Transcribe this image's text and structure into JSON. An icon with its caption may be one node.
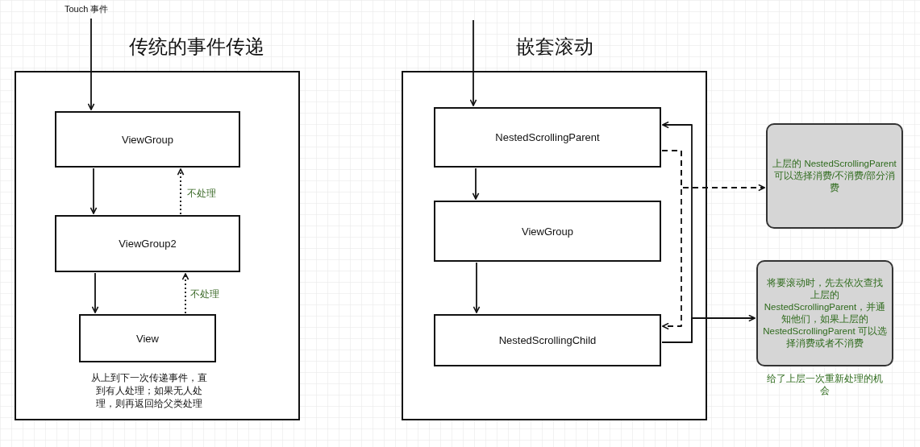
{
  "diagram": {
    "nodes": [
      {
        "text": [
          "Touch 事件"
        ]
      },
      {
        "text": [
          "传统的事件传递"
        ]
      },
      {
        "text": [
          "ViewGroup"
        ],
        "in": 1
      },
      {
        "text": [
          "ViewGroup2"
        ],
        "in": 1
      },
      {
        "text": [
          "View"
        ],
        "in": 1
      },
      {
        "text": [
          "嵌套滚动"
        ]
      },
      {
        "text": [
          "NestedScrollingParent"
        ],
        "in": 5
      },
      {
        "text": [
          "ViewGroup"
        ],
        "in": 5
      },
      {
        "text": [
          "NestedScrollingChild"
        ],
        "in": 5
      },
      {
        "text": [
          "上层的 NestedScrollingParent 可以选择消费/不消费/部分消费"
        ]
      },
      {
        "text": [
          "将要滚动时，先去依次查找上层的 NestedScrollingParent，并通知他们，如果上层的 NestedScrollingParent 可以选择消费或者不消费"
        ],
        "beside": [
          "给了上层一次重新处理的机会"
        ]
      }
    ],
    "edges": [
      {
        "from": 0,
        "to": 2,
        "arrow": "to"
      },
      {
        "from": 2,
        "to": 3,
        "arrow": "to"
      },
      {
        "from": 3,
        "to": 4,
        "arrow": "to"
      },
      {
        "from": 3,
        "to": 2,
        "arrow": "to",
        "style": "dashed",
        "label": "不处理"
      },
      {
        "from": 4,
        "to": 3,
        "arrow": "to",
        "style": "dashed",
        "label": "不处理"
      },
      {
        "from": null,
        "to": 6,
        "arrow": "to"
      },
      {
        "from": 6,
        "to": 7,
        "arrow": "to"
      },
      {
        "from": 7,
        "to": 8,
        "arrow": "to"
      },
      {
        "from": 8,
        "to": 6,
        "arrow": "to"
      },
      {
        "from": 8,
        "to": 10,
        "arrow": "to"
      },
      {
        "from": 6,
        "to": 8,
        "arrow": "to",
        "style": "dashed"
      },
      {
        "from": 6,
        "to": 9,
        "arrow": "to",
        "style": "dashed"
      }
    ],
    "labels": [
      "从上到下一次传递事件，直到有人处理；如果无人处理，则再返回给父类处理"
    ]
  }
}
